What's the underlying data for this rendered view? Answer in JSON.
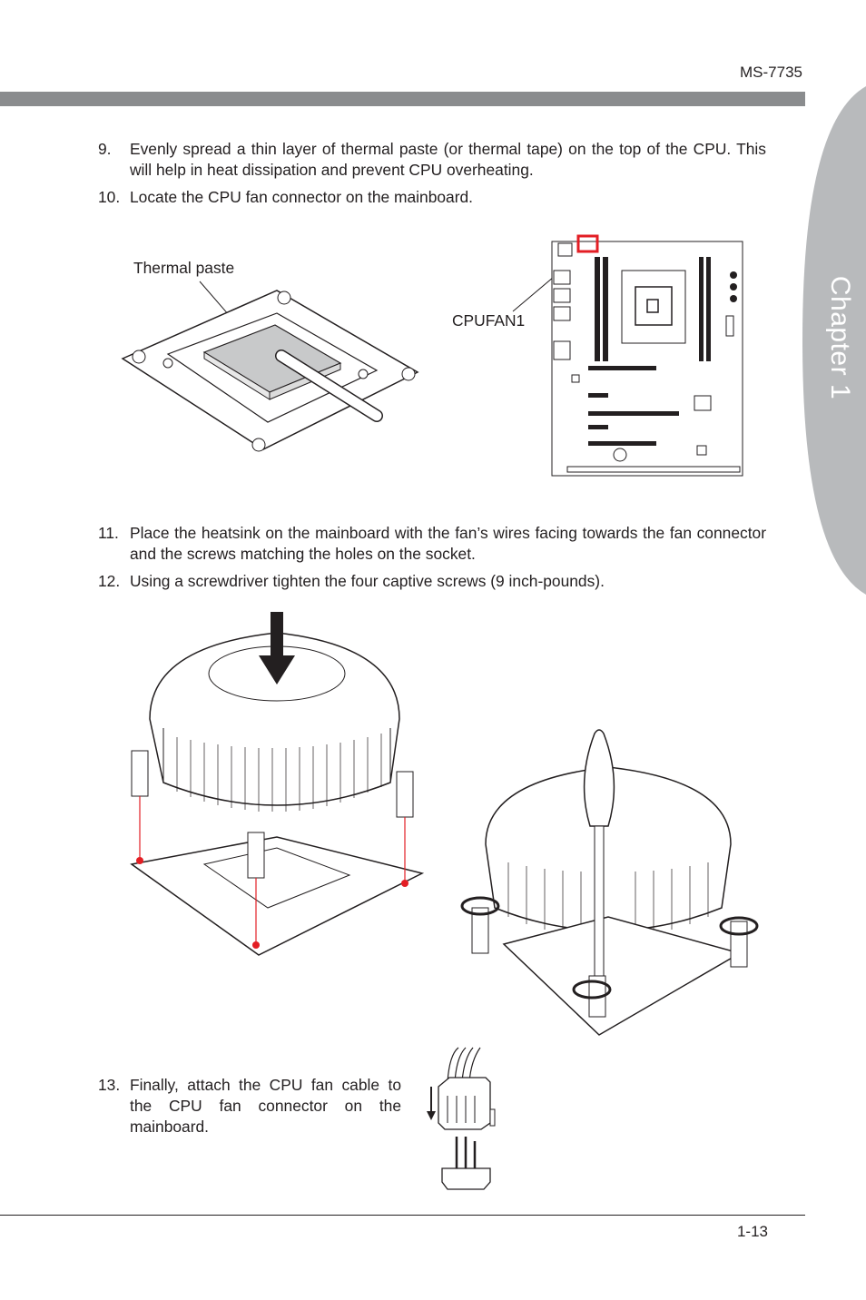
{
  "header": {
    "model": "MS-7735"
  },
  "side_tab": {
    "label": "Chapter 1"
  },
  "steps": [
    {
      "num": "9.",
      "text": "Evenly spread a thin layer of thermal paste (or thermal tape) on the top of the CPU. This will help in heat dissipation and prevent CPU overheating."
    },
    {
      "num": "10.",
      "text": "Locate the CPU fan connector on the mainboard."
    },
    {
      "num": "11.",
      "text": "Place the heatsink on the mainboard with the fan’s wires facing towards the fan connector and the screws matching the holes on the socket."
    },
    {
      "num": "12.",
      "text": "Using a screwdriver tighten the four captive screws (9 inch-pounds)."
    },
    {
      "num": "13.",
      "text": "Finally, attach the CPU fan cable to the CPU fan connector on the mainboard."
    }
  ],
  "callouts": {
    "thermal_paste": "Thermal paste",
    "cpufan": "CPUFAN1"
  },
  "footer": {
    "page": "1-13"
  },
  "colors": {
    "bar": "#8a8c8e",
    "tab": "#b8babc",
    "highlight": "#e31e24"
  }
}
